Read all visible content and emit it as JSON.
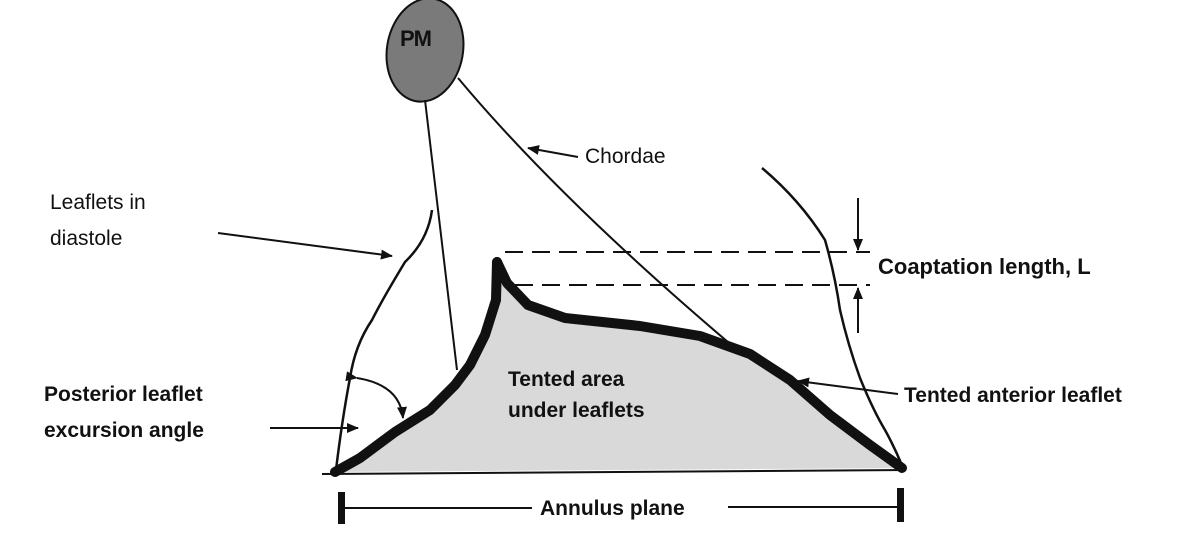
{
  "labels": {
    "pm": "PM",
    "chordae": "Chordae",
    "leaflets_diastole_line1": "Leaflets in",
    "leaflets_diastole_line2": "diastole",
    "coaptation_length": "Coaptation length, L",
    "posterior_line1": "Posterior leaflet",
    "posterior_line2": "excursion angle",
    "tented_area_line1": "Tented area",
    "tented_area_line2": "under leaflets",
    "tented_anterior": "Tented anterior leaflet",
    "annulus_plane": "Annulus plane"
  },
  "colors": {
    "ink": "#111111",
    "tent_fill": "#d9d9d9",
    "pm_fill": "#7a7a7a"
  }
}
